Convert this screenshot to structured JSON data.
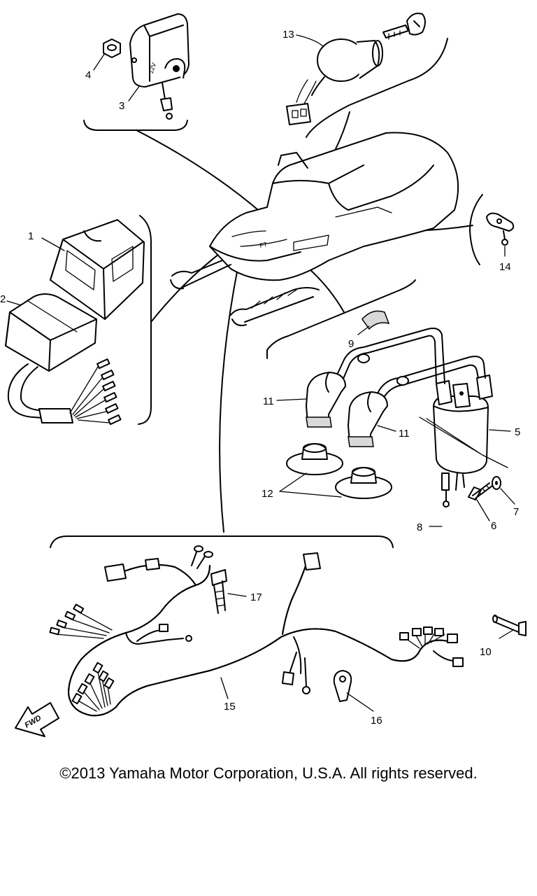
{
  "parts": [
    {
      "number": "1"
    },
    {
      "number": "2"
    },
    {
      "number": "3"
    },
    {
      "number": "4"
    },
    {
      "number": "5"
    },
    {
      "number": "6"
    },
    {
      "number": "7"
    },
    {
      "number": "8"
    },
    {
      "number": "9"
    },
    {
      "number": "10"
    },
    {
      "number": "11"
    },
    {
      "number": "11"
    },
    {
      "number": "12"
    },
    {
      "number": "13"
    },
    {
      "number": "14"
    },
    {
      "number": "15"
    },
    {
      "number": "16"
    },
    {
      "number": "17"
    }
  ],
  "arrow_label": "FWD",
  "stamp_text": "12V",
  "copyright": "©2013 Yamaha Motor Corporation, U.S.A. All rights reserved."
}
